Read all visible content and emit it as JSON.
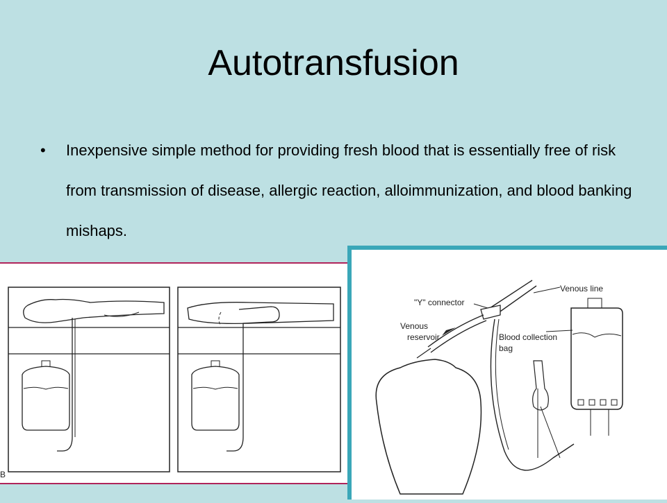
{
  "slide": {
    "title": "Autotransfusion",
    "bullets": [
      "Inexpensive simple method for providing fresh blood that is essentially free of risk from transmission of disease, allergic reaction, alloimmunization, and blood banking mishaps."
    ],
    "bullet_glyph": "•"
  },
  "figure_left": {
    "panel_label": "B"
  },
  "figure_right": {
    "labels": {
      "y_connector": "\"Y\" connector",
      "venous_line": "Venous line",
      "venous_reservoir_line1": "Venous",
      "venous_reservoir_line2": "reservoir",
      "blood_bag_line1": "Blood collection",
      "blood_bag_line2": "bag"
    }
  },
  "colors": {
    "background": "#bde0e3",
    "frame_accent": "#b0245a",
    "figure_border": "#3aa7b8"
  }
}
